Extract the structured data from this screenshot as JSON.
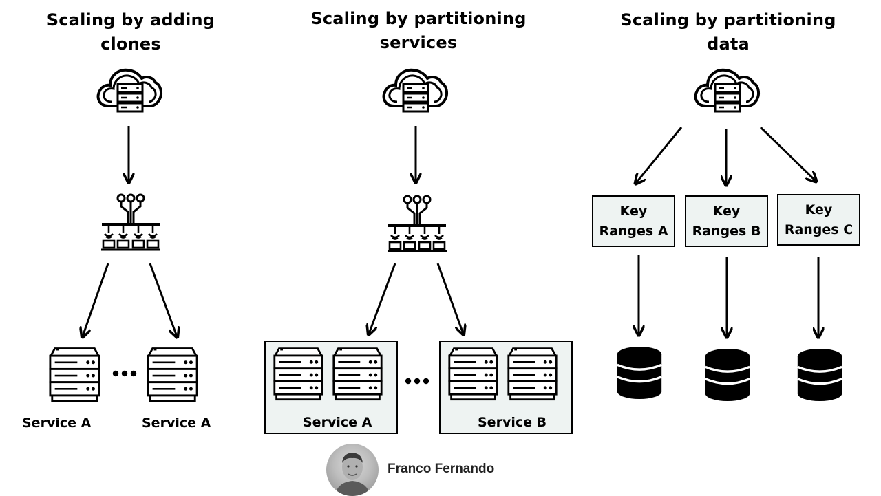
{
  "columns": [
    {
      "title": "Scaling by adding clones",
      "labels": [
        "Service A",
        "Service A"
      ]
    },
    {
      "title": "Scaling by partitioning services",
      "labels": [
        "Service A",
        "Service B"
      ]
    },
    {
      "title": "Scaling by partitioning data",
      "key_ranges": [
        "Key Ranges A",
        "Key Ranges B",
        "Key Ranges C"
      ]
    }
  ],
  "icons": {
    "cloud": "cloud-server-icon",
    "balancer": "load-balancer-icon",
    "server": "server-rack-icon",
    "database": "database-icon",
    "ellipsis": "ellipsis-icon"
  },
  "author": {
    "name": "Franco Fernando"
  },
  "colors": {
    "box_fill": "#eef3f2",
    "stroke": "#000000"
  }
}
